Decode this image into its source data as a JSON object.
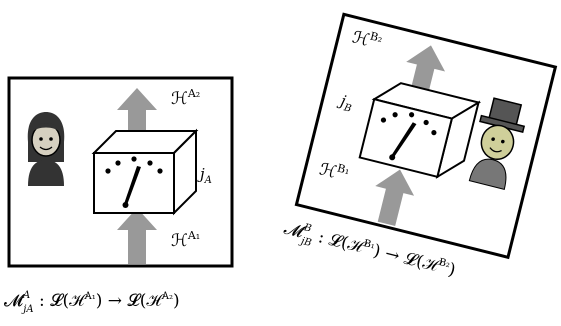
{
  "panel_a": {
    "hilbert_out": {
      "symbol": "ℋ",
      "superscript": "A₂"
    },
    "hilbert_in": {
      "symbol": "ℋ",
      "superscript": "A₁"
    },
    "instrument_label": {
      "symbol": "j",
      "subscript": "A"
    },
    "caption": "𝓜ᴬⱼₐ : 𝓛(ℋᴬ¹) → 𝓛(ℋᴬ²)",
    "caption_parts": {
      "map": "𝓜",
      "map_sup": "A",
      "map_sub": "jA",
      "rest": " : 𝓛(ℋ",
      "in_sup": "A₁",
      "mid": ") → 𝓛(ℋ",
      "out_sup": "A₂",
      "end": ")"
    },
    "person": "woman-with-dark-hair-icon"
  },
  "panel_b": {
    "hilbert_out": {
      "symbol": "ℋ",
      "superscript": "B₂"
    },
    "hilbert_in": {
      "symbol": "ℋ",
      "superscript": "B₁"
    },
    "instrument_label": {
      "symbol": "j",
      "subscript": "B"
    },
    "caption_parts": {
      "map": "𝓜",
      "map_sup": "B",
      "map_sub": "jB",
      "rest": " : 𝓛(ℋ",
      "in_sup": "B₁",
      "mid": ") → 𝓛(ℋ",
      "out_sup": "B₂",
      "end": ")"
    },
    "person": "man-with-top-hat-icon"
  },
  "colors": {
    "arrow": "#999999",
    "person_skin": "#cfcf9a",
    "hat": "#555555",
    "frame": "#000000"
  }
}
